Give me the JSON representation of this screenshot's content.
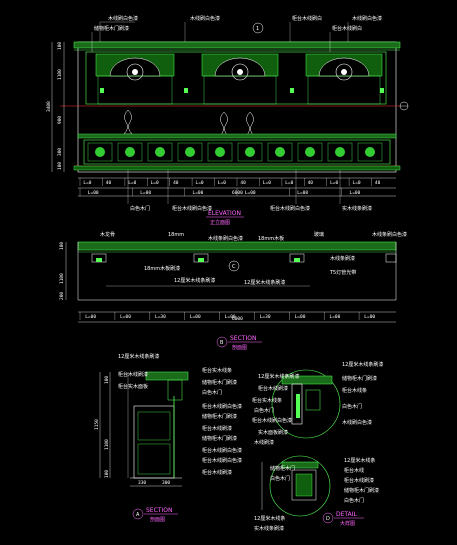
{
  "elevation": {
    "title": "ELEVATION",
    "subtitle": "正立面图",
    "marker": "1",
    "top_labels": [
      "木线刷白色漆",
      "储物柜木门刷漆",
      "木线刷白色漆",
      "柜台木线刷白",
      "木线刷白色漆",
      "柜台木线刷白"
    ],
    "bottom_labels": [
      "白色木门",
      "柜台木线刷白色漆",
      "柜台木线刷白色漆",
      "实木线条刷漆"
    ],
    "height_dims": [
      "100",
      "1100",
      "900",
      "300",
      "100"
    ],
    "overall_height": "3400",
    "width_dims": [
      "L=00",
      "L=00",
      "L=00",
      "L=00",
      "L=00",
      "L=00"
    ],
    "small_dims": [
      "L=0",
      "40",
      "L=0",
      "L=0",
      "40",
      "L=0",
      "L=0",
      "40",
      "L=0",
      "L=0",
      "40",
      "L=0",
      "L=0",
      "40"
    ],
    "overall_width": "6000"
  },
  "section_b": {
    "title": "SECTION",
    "subtitle": "剖面图",
    "marker": "B",
    "top_labels": [
      "木龙骨",
      "18mm",
      "木线条刷白色漆",
      "18mm木板",
      "玻璃",
      "木线条刷白色漆"
    ],
    "inner_labels": [
      "18mm木板刷漆",
      "12厘米木线条刷漆",
      "12厘米木线条刷漆",
      "木线条刷漆",
      "T5灯管光带"
    ],
    "marker_c": "C",
    "height_dims": [
      "100",
      "1100",
      "200"
    ],
    "width_dims": [
      "L=00",
      "L=00",
      "L=30",
      "L=00",
      "L=00",
      "L=30",
      "L=00",
      "L=00",
      "L=00"
    ],
    "overall_width": "6000"
  },
  "section_a": {
    "title": "SECTION",
    "subtitle": "剖面图",
    "marker": "A",
    "left_labels": [
      "12厘米木线条刷漆",
      "柜台木线刷漆",
      "柜台实木面板"
    ],
    "right_labels": [
      "柜台实木线条",
      "储物柜木门刷漆",
      "白色木门",
      "柜台木线刷白色漆",
      "储物柜木门刷漆",
      "柜台木线刷漆",
      "储物柜木门刷漆",
      "柜台木线刷白色漆",
      "柜台木线刷白色漆",
      "柜台木线刷漆"
    ],
    "height_dims": [
      "100",
      "1100",
      "100"
    ],
    "overall_height": "1150",
    "width_dims": [
      "330",
      "300"
    ]
  },
  "detail_c": {
    "title": "DETAIL",
    "subtitle": "大样图",
    "marker": "C",
    "labels": [
      "12厘米木线条刷漆",
      "柜台木线刷漆",
      "柜台实木线条",
      "白色木门",
      "柜台木线刷白色漆",
      "实木面板刷漆",
      "木线刷漆"
    ],
    "right_labels": [
      "12厘米木线条刷漆",
      "储物柜木门刷漆",
      "柜台木线条",
      "白色木门",
      "木线刷白色漆"
    ]
  },
  "detail_d": {
    "title": "DETAIL",
    "subtitle": "大样图",
    "marker": "D",
    "labels": [
      "12厘米木线条",
      "实木线条刷漆",
      "储物柜木门",
      "白色木门"
    ],
    "right_labels": [
      "12厘米木线条",
      "柜台木线",
      "柜台木线刷漆",
      "储物柜木门刷漆",
      "白色木门"
    ]
  }
}
